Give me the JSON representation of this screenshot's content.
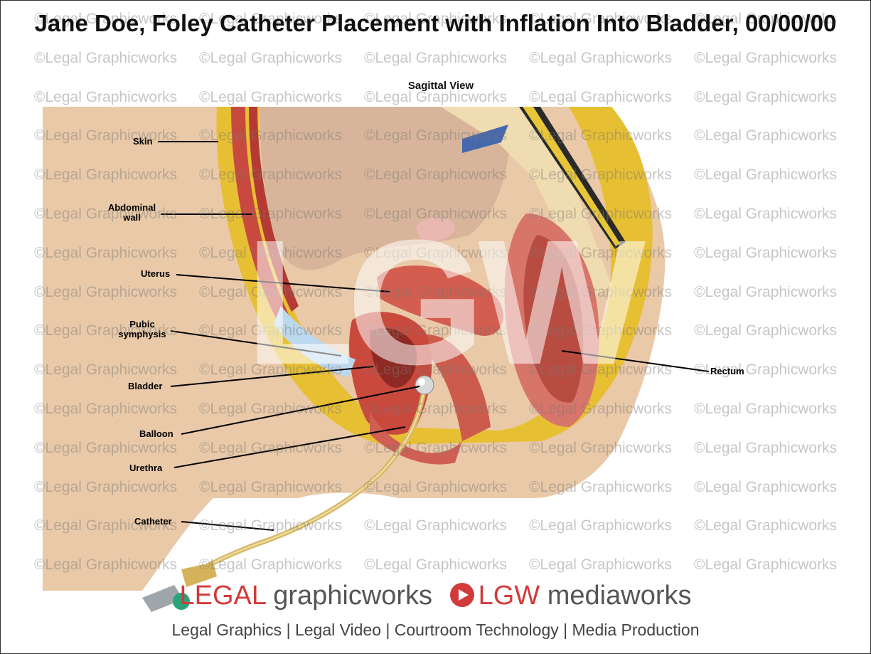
{
  "title": "Jane Doe, Foley Catheter Placement with Inflation Into Bladder, 00/00/00",
  "view_label": "Sagittal View",
  "labels": {
    "skin": "Skin",
    "abdominal_wall": "Abdominal wall",
    "uterus": "Uterus",
    "pubic_symphysis": "Pubic symphysis",
    "bladder": "Bladder",
    "balloon": "Balloon",
    "urethra": "Urethra",
    "catheter": "Catheter",
    "rectum": "Rectum"
  },
  "watermark_text": "©Legal Graphicworks",
  "center_mark": "LGW",
  "brand": {
    "legal": "LEGAL",
    "graphicworks": "graphicworks",
    "lgw": "LGW",
    "mediaworks": "mediaworks"
  },
  "tagline": "Legal Graphics | Legal Video | Courtroom Technology | Media Production",
  "colors": {
    "accent_red": "#d13b3b",
    "fat_yellow": "#e8c23a",
    "skin_tone": "#e6c2a0",
    "muscle_red": "#c9463c",
    "bladder_blue": "#b9d6ee"
  }
}
